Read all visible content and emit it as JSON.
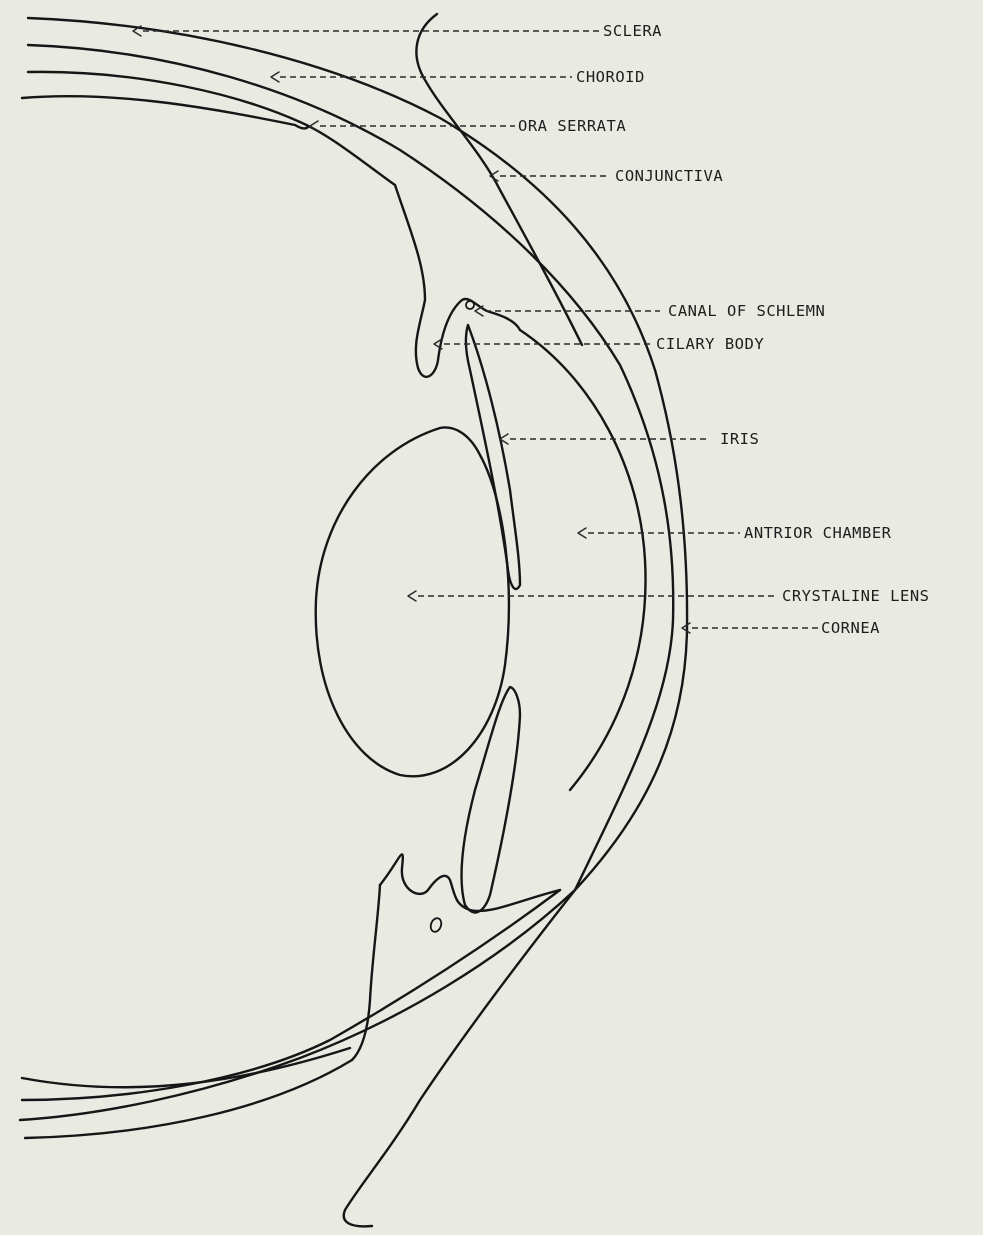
{
  "diagram": {
    "labels": {
      "sclera": "SCLERA",
      "choroid": "CHOROID",
      "ora_serrata": "ORA SERRATA",
      "conjunctiva": "CONJUNCTIVA",
      "canal_of_schlemn": "CANAL OF SCHLEMN",
      "cilary_body": "CILARY BODY",
      "iris": "IRIS",
      "antrior_chamber": "ANTRIOR CHAMBER",
      "crystaline_lens": "CRYSTALINE LENS",
      "cornea": "CORNEA"
    }
  }
}
